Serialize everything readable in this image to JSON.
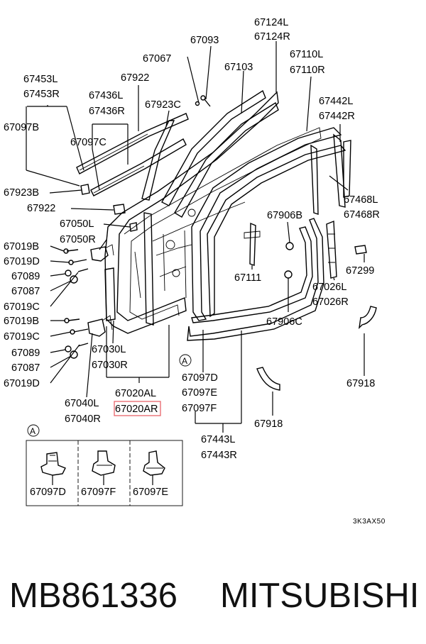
{
  "diagram": {
    "code": "3K3AX50",
    "detail_marker": "A",
    "labels": [
      "67124L",
      "67124R",
      "67093",
      "67067",
      "67103",
      "67110L",
      "67110R",
      "67453L",
      "67453R",
      "67922",
      "67436L",
      "67436R",
      "67923C",
      "67442L",
      "67442R",
      "67097B",
      "67097C",
      "67923B",
      "67468L",
      "67468R",
      "67922",
      "67050L",
      "67050R",
      "67906B",
      "67019B",
      "67019D",
      "67299",
      "67089",
      "67087",
      "67111",
      "67026L",
      "67026R",
      "67019C",
      "67019B",
      "67906C",
      "67019C",
      "67030L",
      "67089",
      "67030R",
      "67087",
      "67019D",
      "67097D",
      "67918",
      "67020AL",
      "67097E",
      "67040L",
      "67020AR",
      "67097F",
      "67040R",
      "67918",
      "67443L",
      "67443R",
      "67097D",
      "67097F",
      "67097E"
    ]
  },
  "footer": {
    "part_number": "MB861336",
    "brand": "MITSUBISHI"
  }
}
